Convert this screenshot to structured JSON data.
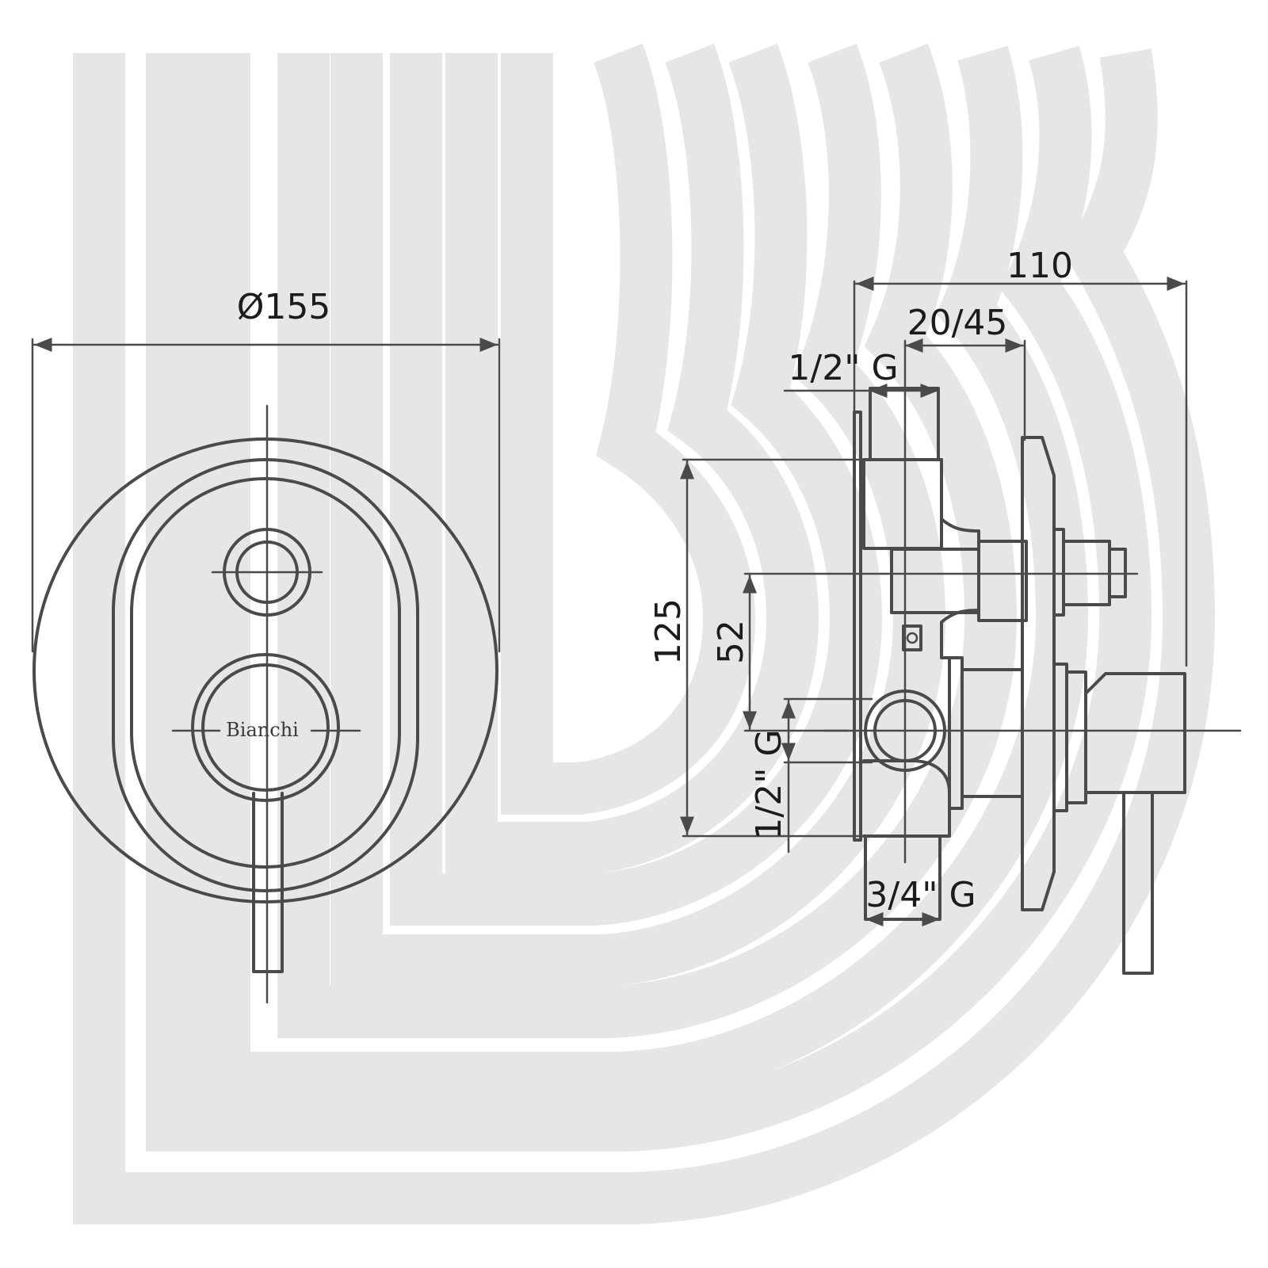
{
  "watermark": {
    "letter": "B",
    "color": "#e6e6e6"
  },
  "front_view": {
    "diameter_label": "Ø155",
    "brand_label": "Bianchi"
  },
  "side_view": {
    "depth_label": "110",
    "adjust_label": "20/45",
    "top_connection_label": "1/2\" G",
    "height_label": "125",
    "axis_offset_label": "52",
    "side_connection_label": "1/2\" G",
    "bottom_connection_label": "3/4\" G"
  },
  "colors": {
    "line": "#4a4a4a",
    "text": "#1c1c1c"
  }
}
